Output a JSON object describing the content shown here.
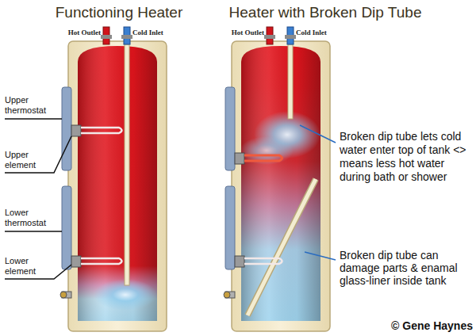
{
  "diagram": {
    "labels": [
      "Functioning Heater",
      "Heater with Broken Dip Tube",
      "Hot Outlet",
      "Cold Inlet",
      "Hot Outlet",
      "Cold Inlet",
      "Upper thermostat",
      "Upper element",
      "Lower thermostat",
      "Lower element",
      "Broken dip tube lets cold water enter top of tank <> means less hot water during bath or shower",
      "Broken dip tube can damage parts & enamal glass-liner inside tank",
      "© Gene Haynes"
    ]
  }
}
